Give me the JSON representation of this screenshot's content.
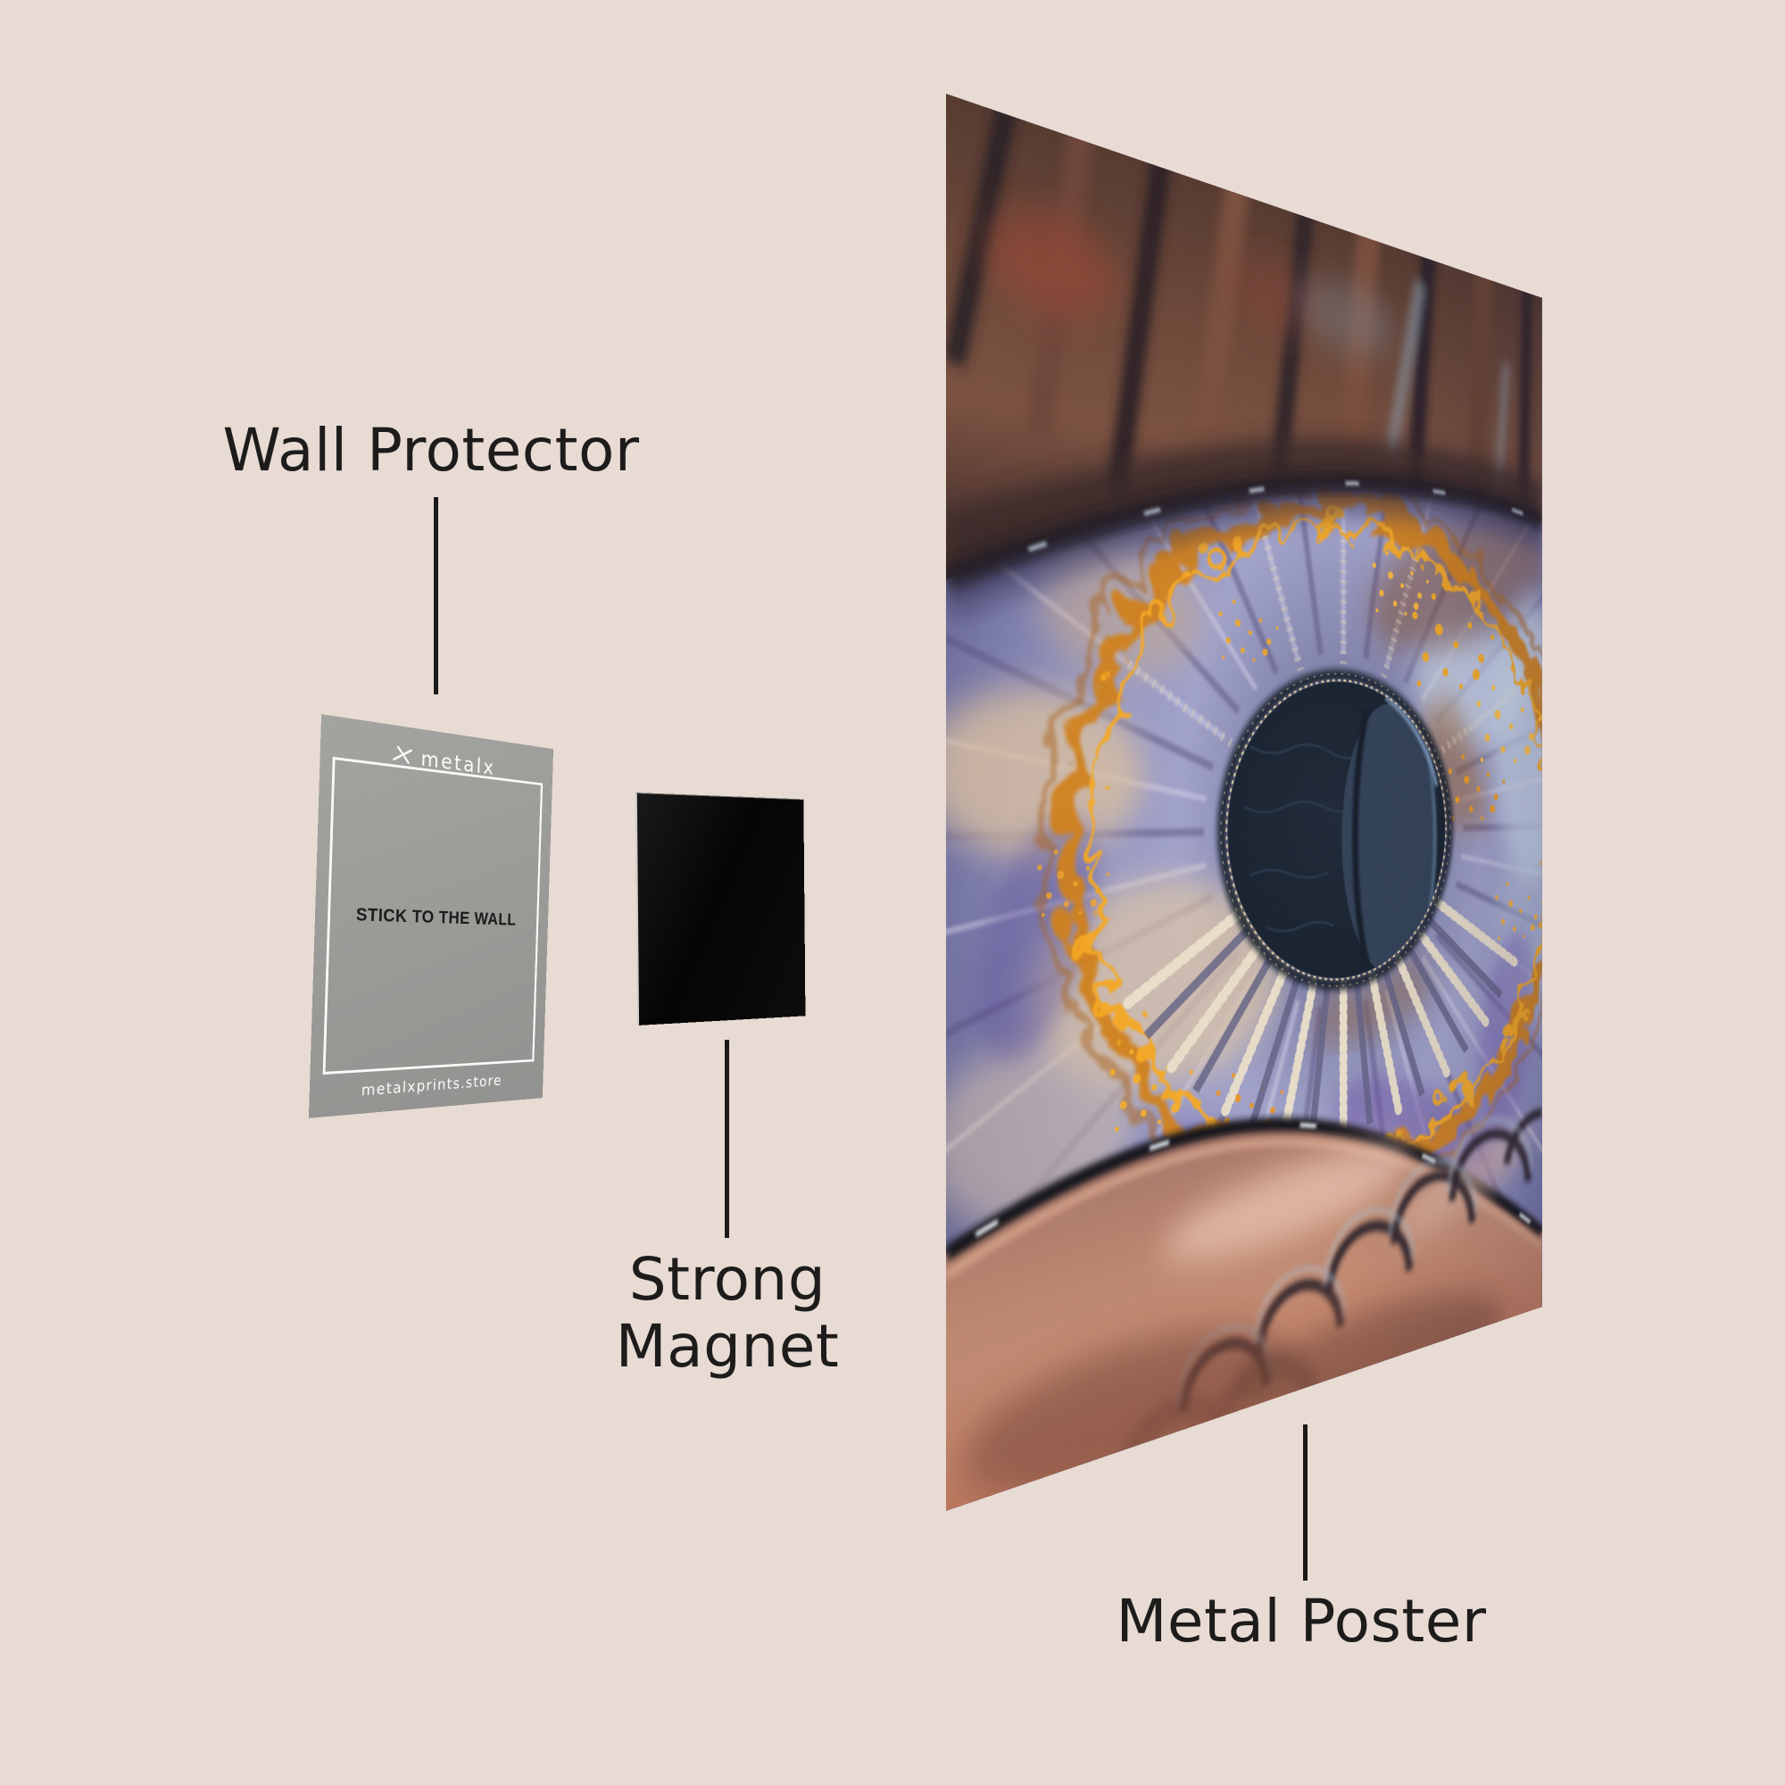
{
  "page": {
    "background_color": "#e8dbd3",
    "text_color": "#1d1c1b"
  },
  "labels": {
    "wall_protector": "Wall Protector",
    "strong_magnet_line1": "Strong",
    "strong_magnet_line2": "Magnet",
    "metal_poster": "Metal Poster"
  },
  "wall_protector_card": {
    "brand_text": "metalx",
    "brand_icon": "metalx-x-icon",
    "center_text": "STICK TO THE WALL",
    "footer_text": "metalxprints.store",
    "panel_color": "#9b9b98",
    "light_text_color": "#fbfbfa",
    "dark_text_color": "#1a1a1a"
  },
  "magnet": {
    "panel_color": "#0a0a0a"
  },
  "poster": {
    "artwork": "macro-eye-iris-artwork",
    "colors": {
      "iris_lavender": "#8d90bf",
      "iris_deep": "#4b4872",
      "amber_ring": "#d9851c",
      "gold_flecks": "#f2a61f",
      "pupil": "#101b29",
      "pupil_reflection": "#2e3e54",
      "upper_eyelid": "#6e4a3b",
      "lower_lid_skin": "#bd8871",
      "lash": "#2c2329"
    }
  }
}
